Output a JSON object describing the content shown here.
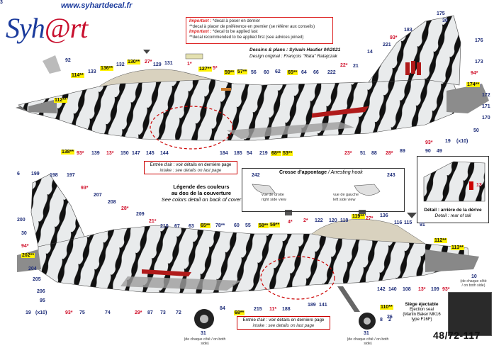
{
  "header": {
    "url": "www.syhartdecal.fr",
    "logo_main": "Syh",
    "logo_at": "@rt",
    "notes": [
      {
        "imp": "Important :",
        "text": "*decal à poser en dernier"
      },
      {
        "imp": "",
        "text": "**decal à placer de préférence en premier (se référer aux conseils)"
      },
      {
        "imp": "Important :",
        "text": "*decal to be applied last"
      },
      {
        "imp": "",
        "text": "**decal recommended to be applied first (see advices joined)"
      }
    ],
    "credits_line1": "Dessins & plans : Sylvain Hautier 04/2021",
    "credits_line2": "Design original : François \"Rata\" Ratajczak"
  },
  "intake_top": {
    "fr": "Entrée d'air : voir détails en dernière page",
    "en": "intake : see details on last page"
  },
  "intake_bottom": {
    "fr": "Entrée d'air : voir détails en dernière page",
    "en": "intake : see details on last page"
  },
  "legend": {
    "fr1": "Légende des couleurs",
    "fr2": "au dos de la couverture",
    "en": "See colors detail on back of cover"
  },
  "hook": {
    "title_fr": "Crosse d'appontage",
    "title_en": "/ Arresting hook",
    "left_num": "242",
    "right_num": "243",
    "left_fr": "vue de droite",
    "left_en": "right side view",
    "right_fr": "vue de gauche",
    "right_en": "left side view"
  },
  "tail": {
    "num": "13",
    "cap_fr": "Détail : arrière de la dérive",
    "cap_en": "Detail : rear of tail"
  },
  "seat": {
    "title": "Siège éjectable",
    "l1": "Ejection seal",
    "l2": "(Martin Baker MK16",
    "l3": "type F16F)"
  },
  "wheels": {
    "num_left": "31",
    "num_right": "31",
    "cap": "(de chaque côté / on both side)"
  },
  "n10": {
    "num": "10",
    "cap": "(de chaque côté",
    "cap2": "/ on both side)"
  },
  "ref": "48/72-117",
  "colors": {
    "brand_blue": "#1a3a9c",
    "alert_red": "#d0102a",
    "highlight": "#fff200",
    "tiger_black": "#111111"
  },
  "top_labels": [
    {
      "t": "92",
      "c": "b"
    },
    {
      "t": "114**",
      "c": "hl"
    },
    {
      "t": "133",
      "c": "b"
    },
    {
      "t": "136**",
      "c": "hl"
    },
    {
      "t": "132",
      "c": "b"
    },
    {
      "t": "130**",
      "c": "hl"
    },
    {
      "t": "27*",
      "c": "r"
    },
    {
      "t": "129",
      "c": "b"
    },
    {
      "t": "131",
      "c": "b"
    },
    {
      "t": "1*",
      "c": "r"
    },
    {
      "t": "127**",
      "c": "hl"
    },
    {
      "t": "5*",
      "c": "r"
    },
    {
      "t": "59**",
      "c": "hl"
    },
    {
      "t": "57**",
      "c": "hl"
    },
    {
      "t": "56",
      "c": "b"
    },
    {
      "t": "60",
      "c": "b"
    },
    {
      "t": "62",
      "c": "b"
    },
    {
      "t": "65**",
      "c": "hl"
    },
    {
      "t": "64",
      "c": "b"
    },
    {
      "t": "66",
      "c": "b"
    },
    {
      "t": "222",
      "c": "b"
    },
    {
      "t": "22*",
      "c": "r"
    },
    {
      "t": "21",
      "c": "b"
    },
    {
      "t": "14",
      "c": "b"
    },
    {
      "t": "221",
      "c": "b"
    },
    {
      "t": "93*",
      "c": "r"
    },
    {
      "t": "175",
      "c": "b"
    },
    {
      "t": "30",
      "c": "b"
    },
    {
      "t": "183",
      "c": "b"
    },
    {
      "t": "176",
      "c": "b"
    },
    {
      "t": "173",
      "c": "b"
    },
    {
      "t": "94*",
      "c": "r"
    },
    {
      "t": "174**",
      "c": "hl"
    },
    {
      "t": "172",
      "c": "b"
    },
    {
      "t": "171",
      "c": "b"
    },
    {
      "t": "170",
      "c": "b"
    },
    {
      "t": "50",
      "c": "b"
    },
    {
      "t": "112**",
      "c": "hl"
    },
    {
      "t": "138**",
      "c": "hl"
    },
    {
      "t": "93*",
      "c": "r"
    },
    {
      "t": "139",
      "c": "b"
    },
    {
      "t": "13*",
      "c": "r"
    },
    {
      "t": "150",
      "c": "b"
    },
    {
      "t": "147",
      "c": "b"
    },
    {
      "t": "145",
      "c": "b"
    },
    {
      "t": "144",
      "c": "b"
    },
    {
      "t": "184",
      "c": "b"
    },
    {
      "t": "185",
      "c": "b"
    },
    {
      "t": "54",
      "c": "b"
    },
    {
      "t": "219",
      "c": "b"
    },
    {
      "t": "68**",
      "c": "hl"
    },
    {
      "t": "53**",
      "c": "hl"
    },
    {
      "t": "23*",
      "c": "r"
    },
    {
      "t": "51",
      "c": "b"
    },
    {
      "t": "88",
      "c": "b"
    },
    {
      "t": "28*",
      "c": "r"
    },
    {
      "t": "89",
      "c": "b"
    },
    {
      "t": "90",
      "c": "b"
    },
    {
      "t": "49",
      "c": "b"
    },
    {
      "t": "19",
      "c": "b"
    },
    {
      "t": "(x10)",
      "c": "b"
    },
    {
      "t": "93*",
      "c": "r"
    }
  ],
  "bottom_labels": [
    {
      "t": "6",
      "c": "b"
    },
    {
      "t": "199",
      "c": "b"
    },
    {
      "t": "198",
      "c": "b"
    },
    {
      "t": "197",
      "c": "b"
    },
    {
      "t": "93*",
      "c": "r"
    },
    {
      "t": "207",
      "c": "b"
    },
    {
      "t": "208",
      "c": "b"
    },
    {
      "t": "28*",
      "c": "r"
    },
    {
      "t": "209",
      "c": "b"
    },
    {
      "t": "21*",
      "c": "r"
    },
    {
      "t": "210",
      "c": "b"
    },
    {
      "t": "67",
      "c": "b"
    },
    {
      "t": "63",
      "c": "b"
    },
    {
      "t": "65**",
      "c": "hl"
    },
    {
      "t": "78**",
      "c": "b"
    },
    {
      "t": "60",
      "c": "b"
    },
    {
      "t": "55",
      "c": "b"
    },
    {
      "t": "58**",
      "c": "hl"
    },
    {
      "t": "59**",
      "c": "hl"
    },
    {
      "t": "4*",
      "c": "r"
    },
    {
      "t": "2*",
      "c": "r"
    },
    {
      "t": "122",
      "c": "b"
    },
    {
      "t": "120",
      "c": "b"
    },
    {
      "t": "118",
      "c": "b"
    },
    {
      "t": "119**",
      "c": "hl"
    },
    {
      "t": "27*",
      "c": "r"
    },
    {
      "t": "136",
      "c": "b"
    },
    {
      "t": "116",
      "c": "b"
    },
    {
      "t": "115",
      "c": "b"
    },
    {
      "t": "91",
      "c": "b"
    },
    {
      "t": "200",
      "c": "b"
    },
    {
      "t": "30",
      "c": "b"
    },
    {
      "t": "94*",
      "c": "r"
    },
    {
      "t": "202**",
      "c": "hl"
    },
    {
      "t": "204",
      "c": "b"
    },
    {
      "t": "205",
      "c": "b"
    },
    {
      "t": "206",
      "c": "b"
    },
    {
      "t": "95",
      "c": "b"
    },
    {
      "t": "19",
      "c": "b"
    },
    {
      "t": "(x10)",
      "c": "b"
    },
    {
      "t": "112**",
      "c": "hl"
    },
    {
      "t": "113**",
      "c": "hl"
    },
    {
      "t": "93*",
      "c": "r"
    },
    {
      "t": "75",
      "c": "b"
    },
    {
      "t": "74",
      "c": "b"
    },
    {
      "t": "29*",
      "c": "r"
    },
    {
      "t": "87",
      "c": "b"
    },
    {
      "t": "73",
      "c": "b"
    },
    {
      "t": "72",
      "c": "b"
    },
    {
      "t": "84",
      "c": "b"
    },
    {
      "t": "68**",
      "c": "hl"
    },
    {
      "t": "215",
      "c": "b"
    },
    {
      "t": "11*",
      "c": "r"
    },
    {
      "t": "188",
      "c": "b"
    },
    {
      "t": "189",
      "c": "b"
    },
    {
      "t": "141",
      "c": "b"
    },
    {
      "t": "142",
      "c": "b"
    },
    {
      "t": "140",
      "c": "b"
    },
    {
      "t": "108",
      "c": "b"
    },
    {
      "t": "13*",
      "c": "r"
    },
    {
      "t": "109",
      "c": "b"
    },
    {
      "t": "93*",
      "c": "r"
    },
    {
      "t": "110**",
      "c": "hl"
    },
    {
      "t": "26",
      "c": "b"
    },
    {
      "t": "8",
      "c": "b"
    },
    {
      "t": "2",
      "c": "b"
    },
    {
      "t": "3",
      "c": "b"
    }
  ]
}
